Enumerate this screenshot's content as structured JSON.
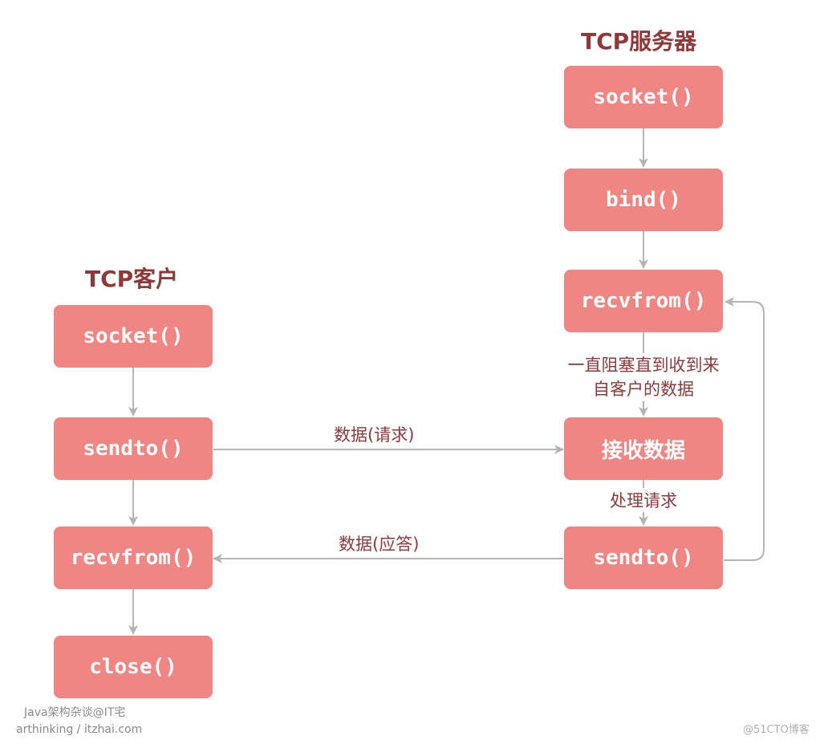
{
  "server": {
    "title": "TCP服务器",
    "socket": "socket()",
    "bind": "bind()",
    "recvfrom": "recvfrom()",
    "blocking_note": "一直阻塞直到收到来自客户的数据",
    "receive": "接收数据",
    "process_note": "处理请求",
    "sendto": "sendto()"
  },
  "client": {
    "title": "TCP客户",
    "socket": "socket()",
    "sendto": "sendto()",
    "recvfrom": "recvfrom()",
    "close": "close()"
  },
  "arrows": {
    "request": "数据(请求)",
    "response": "数据(应答)"
  },
  "watermarks": {
    "line1": "Java架构杂谈@IT宅",
    "line2": "arthinking / itzhai.com",
    "corner": "@51CTO博客"
  },
  "colors": {
    "box": "#ef8683",
    "title": "#8f3a3a",
    "arrow": "#b5b5b5"
  }
}
